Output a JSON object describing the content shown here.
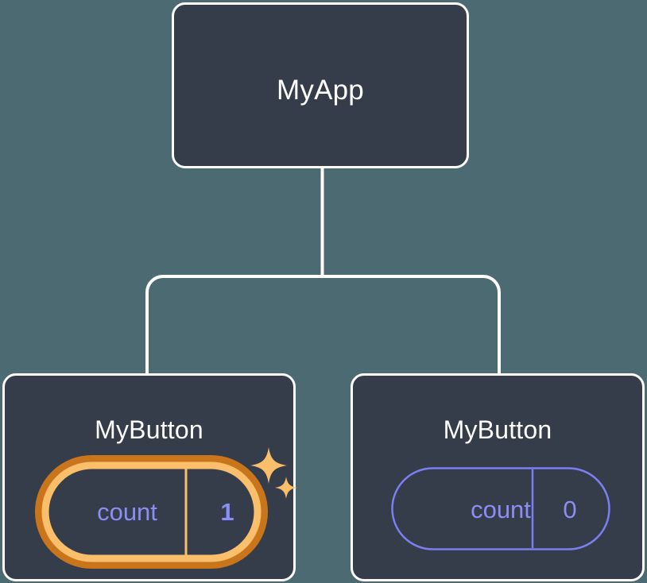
{
  "diagram": {
    "type": "component-tree",
    "background_color": "#4c6a72",
    "node_fill_color": "#353c4a",
    "node_border_color": "#ffffff",
    "connector_color": "#ffffff",
    "state_color": "#8b8ef5",
    "highlight_outer_color": "#c9751c",
    "highlight_inner_color": "#fbbf6b",
    "sparkle_color": "#fbbf6b"
  },
  "root": {
    "name": "MyApp"
  },
  "children": [
    {
      "name": "MyButton",
      "state": {
        "label": "count",
        "value": "1"
      },
      "highlighted": true,
      "sparkle": true
    },
    {
      "name": "MyButton",
      "state": {
        "label": "count",
        "value": "0"
      },
      "highlighted": false,
      "sparkle": false
    }
  ]
}
